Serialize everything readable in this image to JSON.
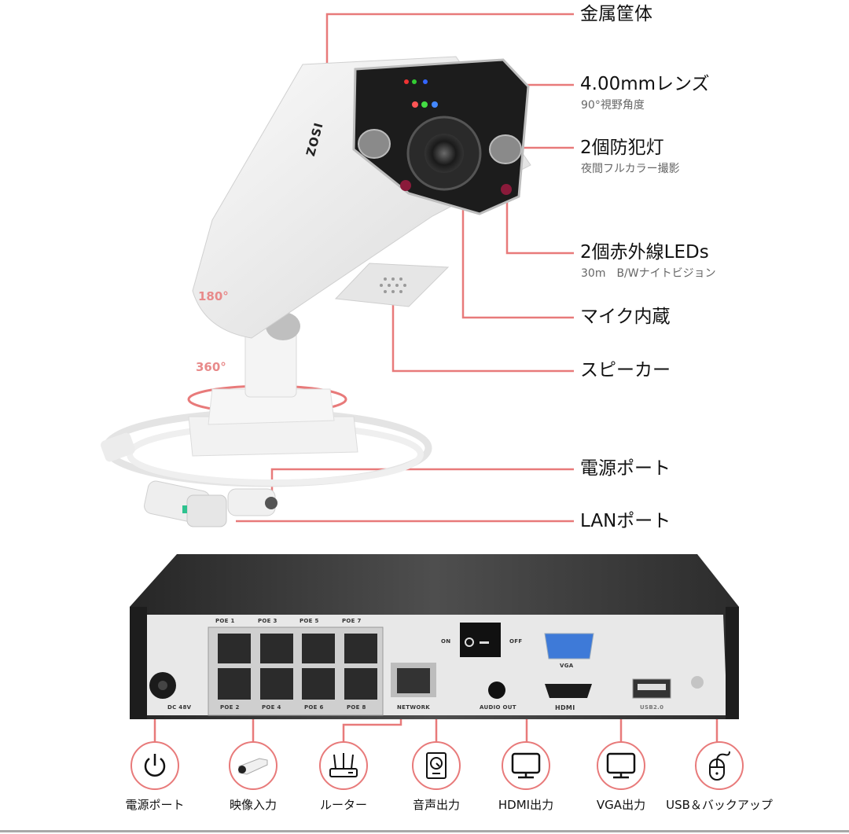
{
  "accent_color": "#e87a7a",
  "camera_callouts": [
    {
      "id": "metal-housing",
      "label": "金属筐体",
      "sub": null
    },
    {
      "id": "lens",
      "label": "4.00mmレンズ",
      "sub": "90°視野角度"
    },
    {
      "id": "spotlights",
      "label": "2個防犯灯",
      "sub": "夜間フルカラー撮影"
    },
    {
      "id": "ir-leds",
      "label": "2個赤外線LEDs",
      "sub": "30m　B/Wナイトビジョン"
    },
    {
      "id": "microphone",
      "label": "マイク内蔵",
      "sub": null
    },
    {
      "id": "speaker",
      "label": "スピーカー",
      "sub": null
    },
    {
      "id": "power-port",
      "label": "電源ポート",
      "sub": null
    },
    {
      "id": "lan-port",
      "label": "LANポート",
      "sub": null
    }
  ],
  "camera": {
    "brand": "ZOSI",
    "tilt_angle": "180°",
    "pan_angle": "360°"
  },
  "nvr": {
    "poe_top": [
      "POE 1",
      "POE 3",
      "POE 5",
      "POE 7"
    ],
    "poe_bottom": [
      "POE 2",
      "POE 4",
      "POE 6",
      "POE 8"
    ],
    "dc_label": "DC 48V",
    "network_label": "NETWORK",
    "switch_on": "ON",
    "switch_off": "OFF",
    "vga_label": "VGA",
    "audio_label": "AUDIO OUT",
    "hdmi_label": "HDMI",
    "usb_label": "USB2.0"
  },
  "bottom_icons": [
    {
      "icon": "power-icon",
      "label": "電源ポート"
    },
    {
      "icon": "camera-icon",
      "label": "映像入力"
    },
    {
      "icon": "router-icon",
      "label": "ルーター"
    },
    {
      "icon": "hard-drive-icon",
      "label": "音声出力"
    },
    {
      "icon": "monitor-icon",
      "label": "HDMI出力"
    },
    {
      "icon": "monitor-icon",
      "label": "VGA出力"
    },
    {
      "icon": "mouse-icon",
      "label": "USB＆バックアップ"
    }
  ]
}
